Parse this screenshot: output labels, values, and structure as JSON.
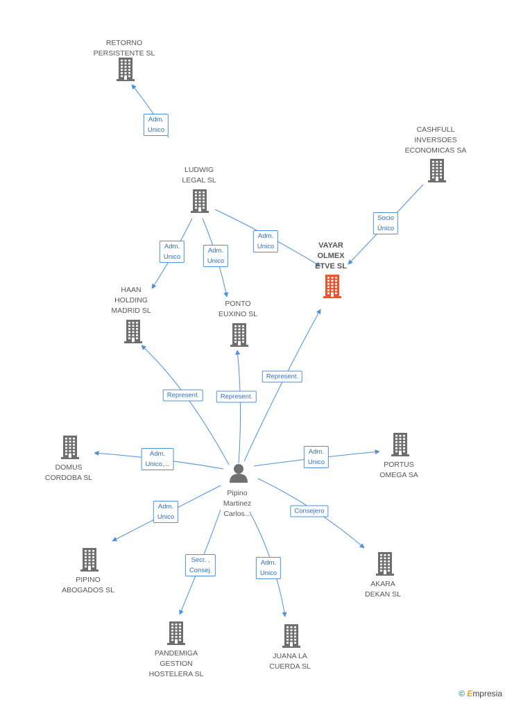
{
  "nodes": [
    {
      "id": "retorno",
      "label": "RETORNO\nPERSISTENTE SL",
      "kind": "company"
    },
    {
      "id": "ludwig",
      "label": "LUDWIG\nLEGAL SL",
      "kind": "company"
    },
    {
      "id": "cashfull",
      "label": "CASHFULL\nINVERSOES\nECONOMICAS SA",
      "kind": "company"
    },
    {
      "id": "vayar",
      "label": "VAYAR\nOLMEX\nETVE SL",
      "kind": "company",
      "highlight": true
    },
    {
      "id": "haan",
      "label": "HAAN\nHOLDING\nMADRID SL",
      "kind": "company"
    },
    {
      "id": "ponto",
      "label": "PONTO\nEUXINO SL",
      "kind": "company"
    },
    {
      "id": "domus",
      "label": "DOMUS\nCORDOBA SL",
      "kind": "company"
    },
    {
      "id": "portus",
      "label": "PORTUS\nOMEGA SA",
      "kind": "company"
    },
    {
      "id": "pipino_person",
      "label": "Pipino\nMartinez\nCarlos...",
      "kind": "person"
    },
    {
      "id": "pipino_abog",
      "label": "PIPINO\nABOGADOS SL",
      "kind": "company"
    },
    {
      "id": "akara",
      "label": "AKARA\nDEKAN SL",
      "kind": "company"
    },
    {
      "id": "pandemiga",
      "label": "PANDEMIGA\nGESTION\nHOSTELERA SL",
      "kind": "company"
    },
    {
      "id": "juana",
      "label": "JUANA LA\nCUERDA  SL",
      "kind": "company"
    }
  ],
  "edges": [
    {
      "from": "ludwig",
      "to": "retorno",
      "label": "Adm.\nUnico"
    },
    {
      "from": "cashfull",
      "to": "vayar",
      "label": "Socio\nÚnico"
    },
    {
      "from": "ludwig",
      "to": "haan",
      "label": "Adm.\nUnico"
    },
    {
      "from": "ludwig",
      "to": "ponto",
      "label": "Adm.\nUnico"
    },
    {
      "from": "ludwig",
      "to": "vayar",
      "label": "Adm.\nUnico"
    },
    {
      "from": "pipino_person",
      "to": "haan",
      "label": "Represent."
    },
    {
      "from": "pipino_person",
      "to": "ponto",
      "label": "Represent."
    },
    {
      "from": "pipino_person",
      "to": "vayar",
      "label": "Represent."
    },
    {
      "from": "pipino_person",
      "to": "domus",
      "label": "Adm.\nUnico,..."
    },
    {
      "from": "pipino_person",
      "to": "portus",
      "label": "Adm.\nUnico"
    },
    {
      "from": "pipino_person",
      "to": "pipino_abog",
      "label": "Adm.\nUnico"
    },
    {
      "from": "pipino_person",
      "to": "akara",
      "label": "Consejero"
    },
    {
      "from": "pipino_person",
      "to": "pandemiga",
      "label": "Secr. ,\nConsej."
    },
    {
      "from": "pipino_person",
      "to": "juana",
      "label": "Adm.\nUnico"
    }
  ],
  "colors": {
    "edge": "#4a8fe0",
    "building": "#6e6e6e",
    "highlight": "#f0532a",
    "person": "#707070"
  },
  "brand": {
    "symbol": "©",
    "initial": "E",
    "rest": "mpresia"
  }
}
